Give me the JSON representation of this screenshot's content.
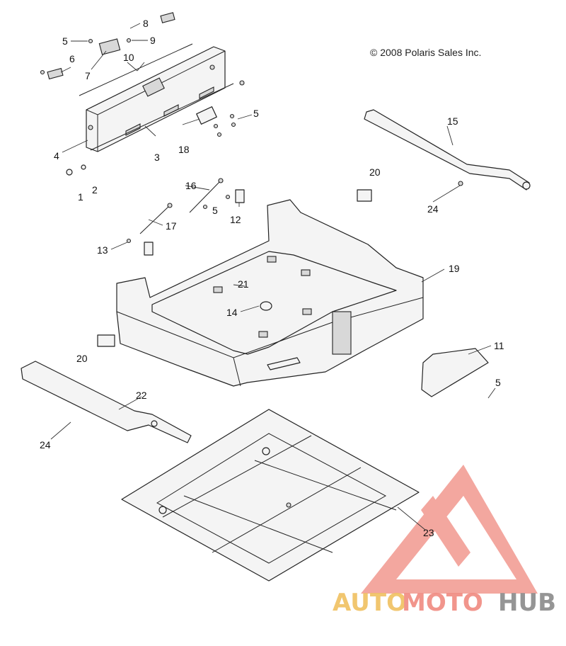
{
  "copyright": "© 2008 Polaris Sales Inc.",
  "callouts": {
    "c1": "1",
    "c2": "2",
    "c3": "3",
    "c4": "4",
    "c5a": "5",
    "c5b": "5",
    "c5c": "5",
    "c5d": "5",
    "c6": "6",
    "c7": "7",
    "c8": "8",
    "c9": "9",
    "c10": "10",
    "c11": "11",
    "c12": "12",
    "c13": "13",
    "c14": "14",
    "c15": "15",
    "c16": "16",
    "c17": "17",
    "c18": "18",
    "c19": "19",
    "c20a": "20",
    "c20b": "20",
    "c21": "21",
    "c22": "22",
    "c23": "23",
    "c24a": "24",
    "c24b": "24"
  },
  "watermark": {
    "part1": "AUTO",
    "part2": "MOTO",
    "part3": "HUB"
  },
  "colors": {
    "watermark_red": "#f08a80",
    "watermark_gold": "#f0c060",
    "watermark_gray": "#8a8a8a"
  }
}
